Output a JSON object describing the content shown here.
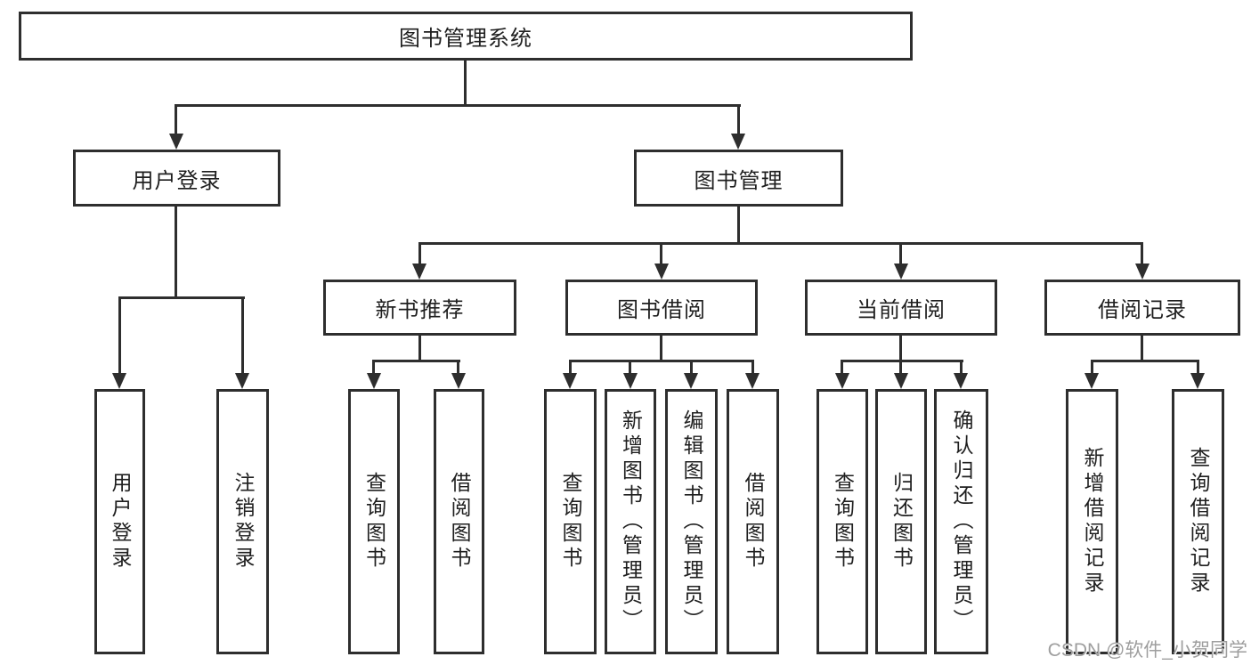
{
  "tree": {
    "root": {
      "label": "图书管理系统",
      "children": [
        {
          "label": "用户登录",
          "children": [
            {
              "label": "用户登录"
            },
            {
              "label": "注销登录"
            }
          ]
        },
        {
          "label": "图书管理",
          "children": [
            {
              "label": "新书推荐",
              "children": [
                {
                  "label": "查询图书"
                },
                {
                  "label": "借阅图书"
                }
              ]
            },
            {
              "label": "图书借阅",
              "children": [
                {
                  "label": "查询图书"
                },
                {
                  "label": "新增图书（管理员）"
                },
                {
                  "label": "编辑图书（管理员）"
                },
                {
                  "label": "借阅图书"
                }
              ]
            },
            {
              "label": "当前借阅",
              "children": [
                {
                  "label": "查询图书"
                },
                {
                  "label": "归还图书"
                },
                {
                  "label": "确认归还（管理员）"
                }
              ]
            },
            {
              "label": "借阅记录",
              "children": [
                {
                  "label": "新增借阅记录"
                },
                {
                  "label": "查询借阅记录"
                }
              ]
            }
          ]
        }
      ]
    }
  },
  "watermark": {
    "text": "CSDN @软件_小贺同学"
  },
  "colors": {
    "line": "#2e2e2e",
    "box-border": "#2e2e2e",
    "text": "#1f1f1f",
    "watermark": "#9e9e9e",
    "background": "#ffffff"
  }
}
